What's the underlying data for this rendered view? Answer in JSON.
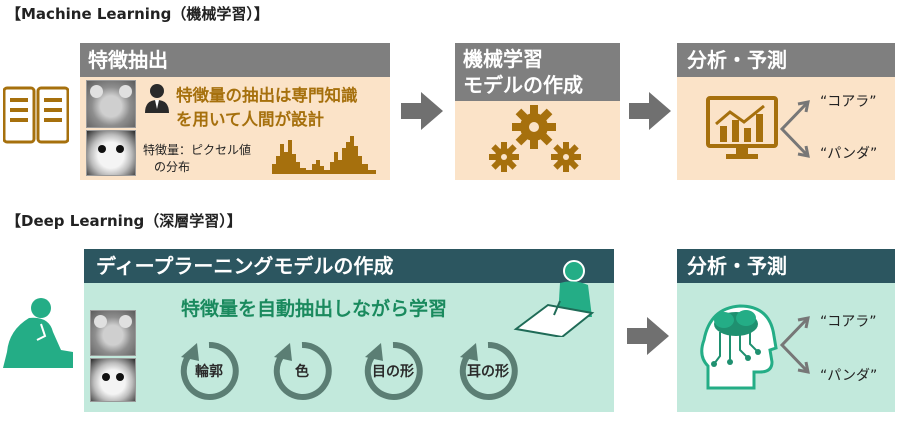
{
  "machine_learning": {
    "section_title": "【Machine Learning（機械学習）】",
    "step1": {
      "title": "特徴抽出",
      "description_line1": "特徴量の抽出は専門知識",
      "description_line2": "を用いて人間が設計",
      "feature_line1": "特徴量：ピクセル値",
      "feature_line2": "の分布"
    },
    "step2": {
      "title_line1": "機械学習",
      "title_line2": "モデルの作成"
    },
    "step3": {
      "title": "分析・予測",
      "output1": "“コアラ”",
      "output2": "“パンダ”"
    }
  },
  "deep_learning": {
    "section_title": "【Deep Learning（深層学習）】",
    "step1": {
      "title": "ディープラーニングモデルの作成",
      "subtitle": "特徴量を自動抽出しながら学習",
      "cycles": [
        "輪郭",
        "色",
        "目の形",
        "耳の形"
      ]
    },
    "step2": {
      "title": "分析・予測",
      "output1": "“コアラ”",
      "output2": "“パンダ”"
    }
  },
  "colors": {
    "gray_header": "#7f7f7f",
    "dark_header": "#2c5660",
    "peach_panel": "#fbe3c8",
    "mint_panel": "#c2e9dc",
    "brown_accent": "#a6700d",
    "green_accent": "#1a8a5e",
    "arrow_gray": "#707070"
  }
}
